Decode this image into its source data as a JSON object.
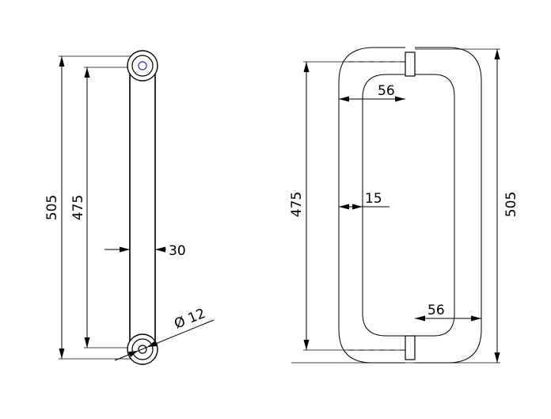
{
  "side_view": {
    "overall_length": "505",
    "hole_spacing": "475",
    "bar_width": "30",
    "hole_diameter": "Ø 12"
  },
  "front_view": {
    "hole_spacing": "475",
    "overall_length": "505",
    "projection_top": "56",
    "projection_bottom": "56",
    "bar_thickness": "15"
  }
}
